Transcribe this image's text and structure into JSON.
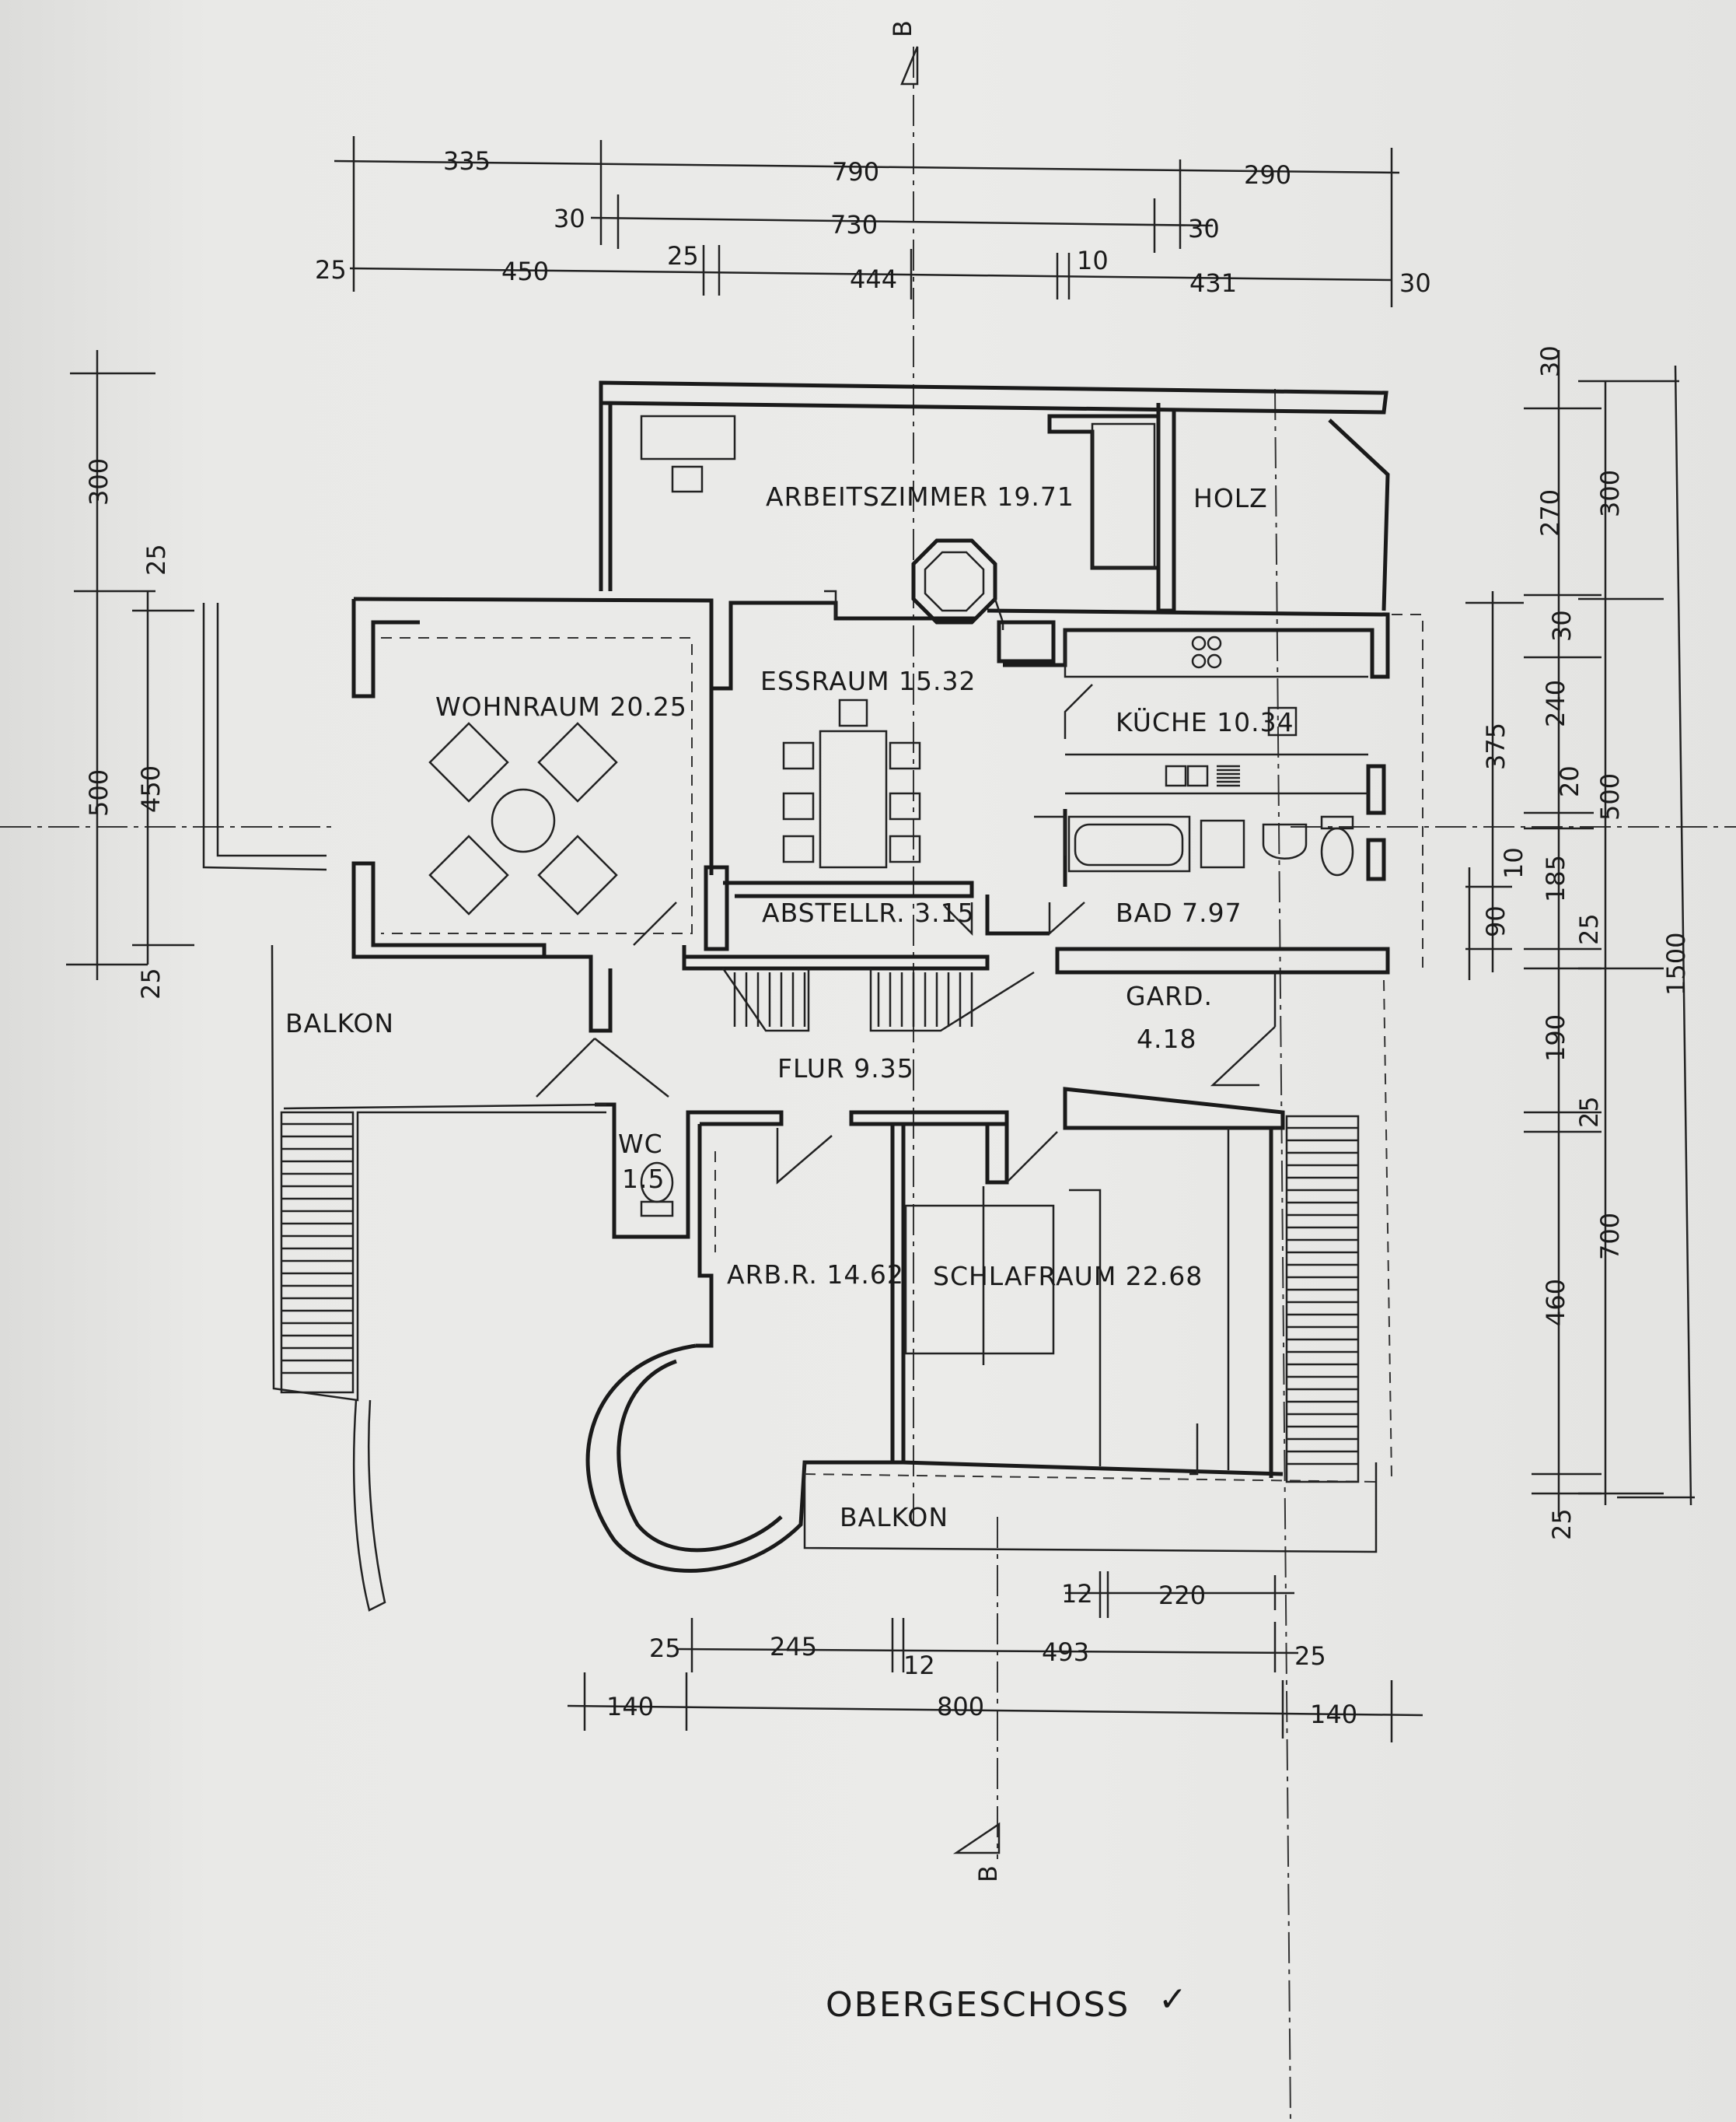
{
  "title": "OBERGESCHOSS",
  "check_mark": "✓",
  "section_marker": "B",
  "rooms": {
    "arbeitszimmer": "ARBEITSZIMMER 19.71",
    "holz": "HOLZ",
    "wohnraum": "WOHNRAUM 20.25",
    "essraum": "ESSRAUM 15.32",
    "kueche": "KÜCHE 10.34",
    "abstellr": "ABSTELLR. 3.15",
    "bad": "BAD 7.97",
    "gard_label": "GARD.",
    "gard_area": "4.18",
    "flur": "FLUR 9.35",
    "wc_label": "WC",
    "wc_area": "1.5",
    "arbr": "ARB.R. 14.62",
    "schlafraum": "SCHLAFRAUM 22.68",
    "balkon_west": "BALKON",
    "balkon_south": "BALKON"
  },
  "dims_top": {
    "r1": [
      "335",
      "790",
      "290"
    ],
    "r2": [
      "30",
      "730",
      "30"
    ],
    "r3": [
      "25",
      "450",
      "25",
      "444",
      "10",
      "431",
      "30"
    ]
  },
  "dims_left": [
    "300",
    "25",
    "500",
    "450",
    "25"
  ],
  "dims_right_inner": [
    "375",
    "90",
    "10"
  ],
  "dims_right": [
    "30",
    "270",
    "30",
    "240",
    "20",
    "185",
    "25",
    "190",
    "25",
    "460",
    "25"
  ],
  "dims_right_outer": [
    "300",
    "500",
    "700",
    "1500"
  ],
  "dims_bottom": {
    "r1": [
      "12",
      "220"
    ],
    "r2": [
      "25",
      "245",
      "12",
      "493",
      "25"
    ],
    "r3": [
      "140",
      "800",
      "140"
    ]
  }
}
